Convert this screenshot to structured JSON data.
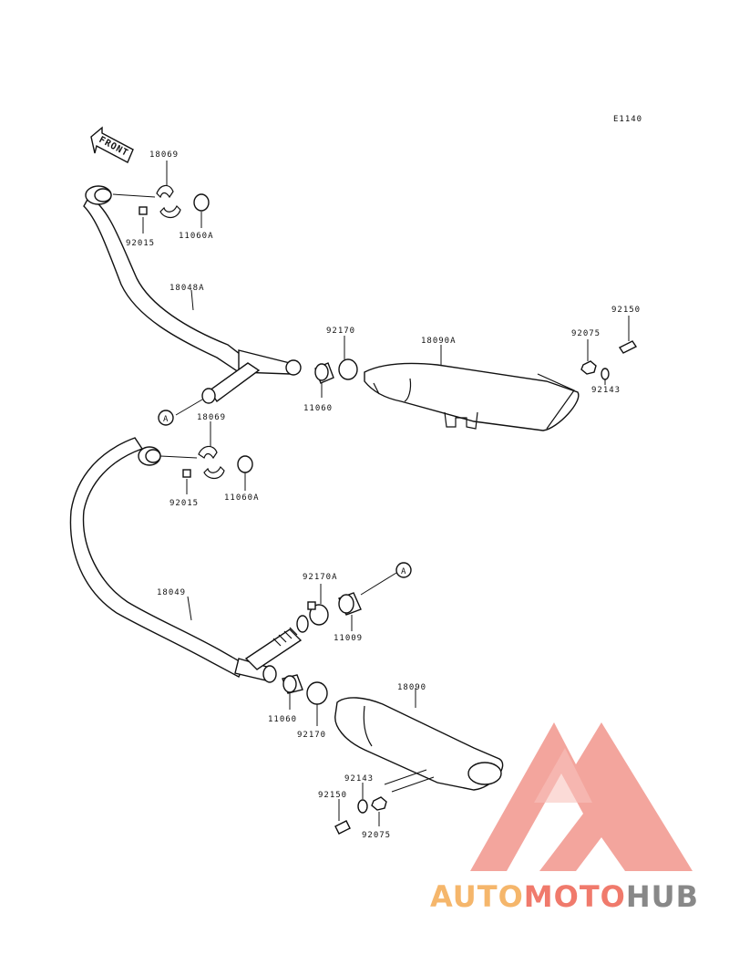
{
  "diagram_code": "E1140",
  "front_label": "FRONT",
  "ref_marker": "A",
  "labels": {
    "p18069_top": "18069",
    "p92015_top": "92015",
    "p11060A_top": "11060A",
    "p18048A": "18048A",
    "p92170_top": "92170",
    "p11060_top": "11060",
    "p18090A": "18090A",
    "p92075_top": "92075",
    "p92150_top": "92150",
    "p92143_top": "92143",
    "p18069_mid": "18069",
    "p92015_mid": "92015",
    "p11060A_mid": "11060A",
    "p18049": "18049",
    "p92170A": "92170A",
    "p11009": "11009",
    "p11060_bot": "11060",
    "p92170_bot": "92170",
    "p18090": "18090",
    "p92143_bot": "92143",
    "p92150_bot": "92150",
    "p92075_bot": "92075"
  },
  "watermark": {
    "part1": "AUTO",
    "part2": "MOTO",
    "part3": "HUB",
    "color1": "#f5b66b",
    "color2": "#f07a6c",
    "color3": "#888888"
  }
}
